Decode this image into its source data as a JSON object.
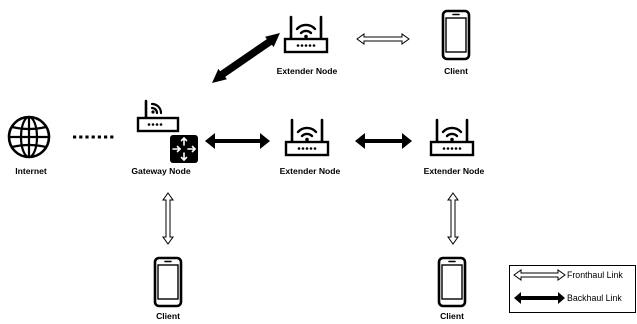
{
  "nodes": {
    "internet": {
      "label": "Internet",
      "icon": "globe-icon"
    },
    "gateway": {
      "label": "Gateway Node",
      "icon": "gateway-router-icon"
    },
    "extender_top": {
      "label": "Extender Node",
      "icon": "router-icon"
    },
    "extender_mid": {
      "label": "Extender Node",
      "icon": "router-icon"
    },
    "extender_right": {
      "label": "Extender Node",
      "icon": "router-icon"
    },
    "client_top": {
      "label": "Client",
      "icon": "smartphone-icon"
    },
    "client_gateway": {
      "label": "Client",
      "icon": "smartphone-icon"
    },
    "client_right": {
      "label": "Client",
      "icon": "smartphone-icon"
    }
  },
  "links": [
    {
      "from": "internet",
      "to": "gateway",
      "style": "dotted"
    },
    {
      "from": "gateway",
      "to": "extender_top",
      "type": "backhaul"
    },
    {
      "from": "gateway",
      "to": "extender_mid",
      "type": "backhaul"
    },
    {
      "from": "extender_mid",
      "to": "extender_right",
      "type": "backhaul"
    },
    {
      "from": "extender_top",
      "to": "client_top",
      "type": "fronthaul"
    },
    {
      "from": "gateway",
      "to": "client_gateway",
      "type": "fronthaul"
    },
    {
      "from": "extender_right",
      "to": "client_right",
      "type": "fronthaul"
    }
  ],
  "legend": {
    "fronthaul": "Fronthaul Link",
    "backhaul": "Backhaul Link"
  },
  "colors": {
    "stroke": "#000000",
    "background": "#ffffff"
  }
}
